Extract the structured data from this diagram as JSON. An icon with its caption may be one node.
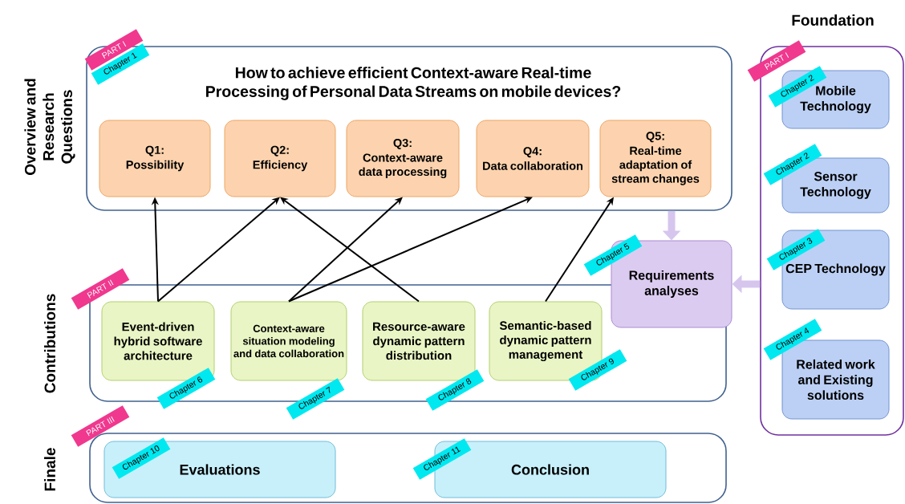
{
  "diagram": {
    "nodes": [
      {
        "text": [
          "How to achieve efficient Context-aware Real-time Processing of Personal Data Streams on mobile devices?"
        ],
        "beside": [
          "Overview and Research Questions",
          "PART I",
          "Chapter 1"
        ]
      },
      {
        "text": [
          "Q1:",
          "Possibility"
        ],
        "in": 0
      },
      {
        "text": [
          "Q2:",
          "Efficiency"
        ],
        "in": 0
      },
      {
        "text": [
          "Q3:",
          "Context-aware data processing"
        ],
        "in": 0
      },
      {
        "text": [
          "Q4:",
          "Data collaboration"
        ],
        "in": 0
      },
      {
        "text": [
          "Q5:",
          "Real-time adaptation of stream changes"
        ],
        "in": 0
      },
      {
        "text": [
          "Foundation"
        ],
        "beside": [
          "PART I"
        ]
      },
      {
        "text": [
          "Chapter 2",
          "Mobile Technology"
        ],
        "in": 6
      },
      {
        "text": [
          "Chapter 2",
          "Sensor Technology"
        ],
        "in": 6
      },
      {
        "text": [
          "Chapter 3",
          "CEP Technology"
        ],
        "in": 6
      },
      {
        "text": [
          "Related work and Existing solutions"
        ],
        "in": 6,
        "beside": [
          "Chapter 4"
        ]
      },
      {
        "text": [
          "Chapter 5",
          "Requirements analyses"
        ]
      },
      {
        "text": [],
        "shape": "box",
        "beside": [
          "Contributions",
          "PART II"
        ]
      },
      {
        "text": [
          "Event-driven hybrid software architecture"
        ],
        "in": 12,
        "beside": [
          "Chapter 6"
        ]
      },
      {
        "text": [
          "Context-aware situation modeling and data collaboration"
        ],
        "in": 12,
        "beside": [
          "Chapter 7"
        ]
      },
      {
        "text": [
          "Resource-aware dynamic pattern distribution"
        ],
        "in": 12,
        "beside": [
          "Chapter 8"
        ]
      },
      {
        "text": [
          "Semantic-based dynamic pattern management",
          "Chapter 9"
        ],
        "in": 12
      },
      {
        "text": [],
        "shape": "box",
        "beside": [
          "Finale",
          "PART III"
        ]
      },
      {
        "text": [
          "Chapter 10",
          "Evaluations"
        ],
        "in": 17
      },
      {
        "text": [
          "Chapter 11",
          "Conclusion"
        ],
        "in": 17
      }
    ],
    "edges": [
      {
        "from": 13,
        "to": 1,
        "arrow": "to"
      },
      {
        "from": 13,
        "to": 2,
        "arrow": "to"
      },
      {
        "from": 14,
        "to": 3,
        "arrow": "to"
      },
      {
        "from": 14,
        "to": 4,
        "arrow": "to"
      },
      {
        "from": 15,
        "to": 2,
        "arrow": "to"
      },
      {
        "from": 16,
        "to": 5,
        "arrow": "to"
      },
      {
        "from": 0,
        "to": 11,
        "arrow": "to",
        "style": "thick",
        "color": "#d6c6ee"
      },
      {
        "from": 6,
        "to": 11,
        "arrow": "to",
        "style": "thick",
        "color": "#d6c6ee"
      }
    ]
  }
}
